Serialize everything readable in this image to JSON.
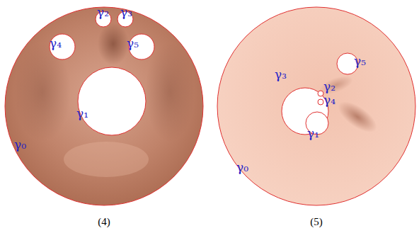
{
  "diagram": {
    "labels": [
      "γ₂",
      "γ₃",
      "γ₄",
      "γ₅",
      "γ₁",
      "γ₀",
      "γ₅",
      "γ₃",
      "γ₂",
      "γ₄",
      "γ₁",
      "γ₀",
      "(4)",
      "(5)"
    ]
  }
}
